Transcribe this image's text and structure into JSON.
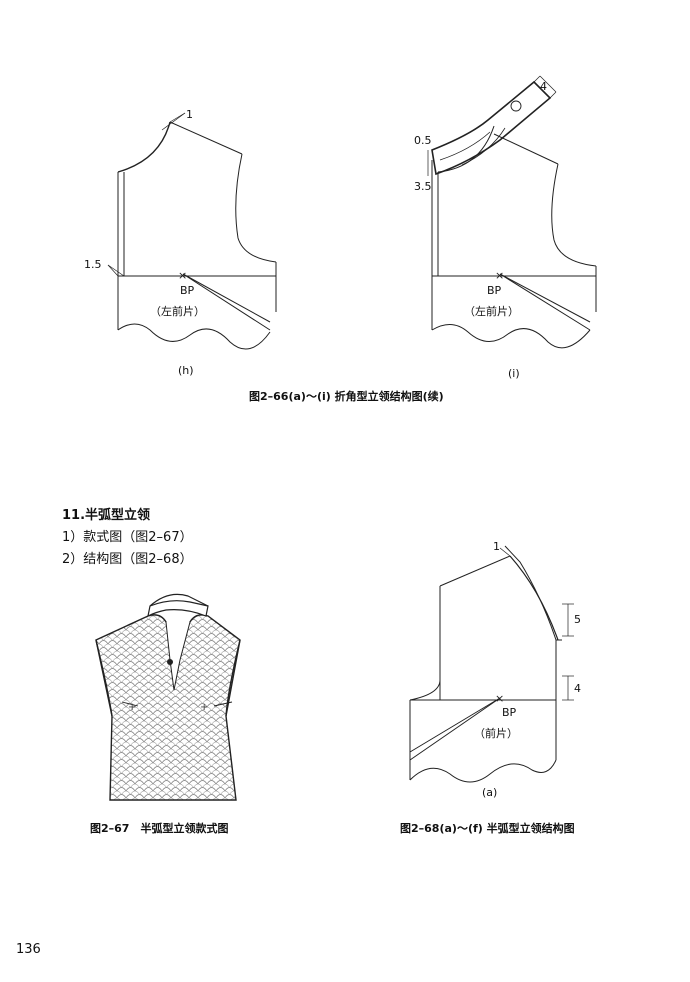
{
  "figure_266": {
    "h": {
      "dim_1": "1",
      "dim_15": "1.5",
      "bp": "BP",
      "piece": "（左前片）",
      "sublabel": "(h)"
    },
    "i": {
      "dim_4": "4",
      "dim_05": "0.5",
      "dim_35": "3.5",
      "bp": "BP",
      "piece": "（左前片）",
      "sublabel": "(i)"
    },
    "caption": "图2–66(a)～(i) 折角型立领结构图(续)"
  },
  "section": {
    "title": "11.半弧型立领",
    "item1": "1）款式图（图2–67）",
    "item2": "2）结构图（图2–68）"
  },
  "figure_267": {
    "caption": "图2–67　半弧型立领款式图"
  },
  "figure_268": {
    "dim_1": "1",
    "dim_5": "5",
    "dim_4": "4",
    "bp": "BP",
    "piece": "（前片）",
    "sublabel": "(a)",
    "caption": "图2–68(a)～(f) 半弧型立领结构图"
  },
  "page_number": "136"
}
